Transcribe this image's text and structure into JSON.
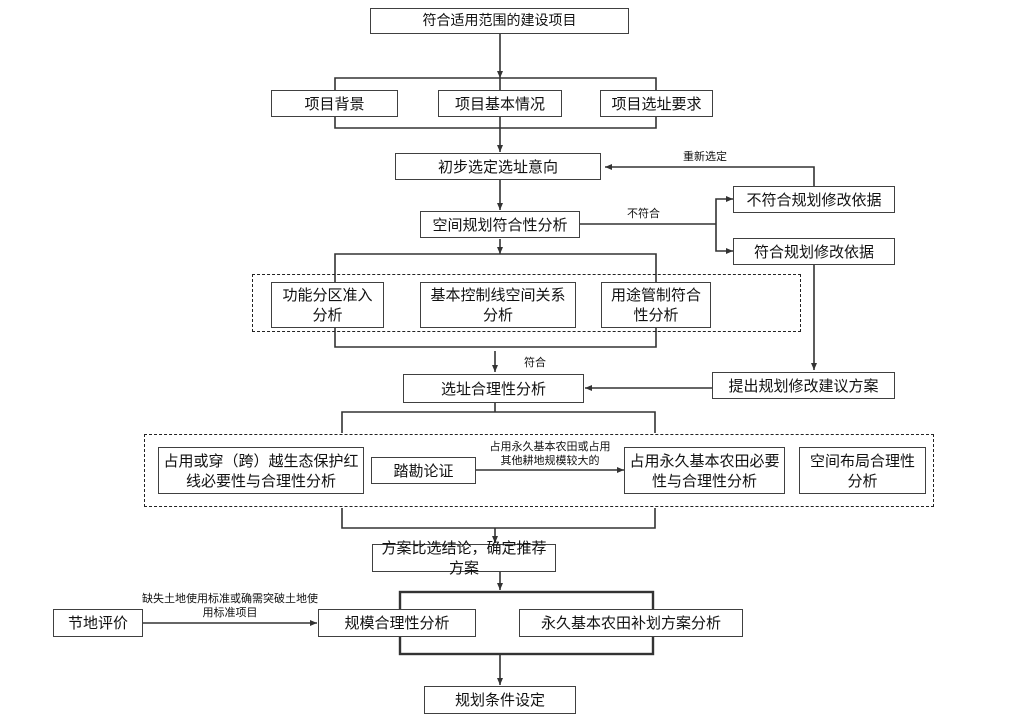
{
  "flowchart": {
    "nodes": {
      "start": "符合适用范围的建设项目",
      "background": "项目背景",
      "basic_info": "项目基本情况",
      "site_requirements": "项目选址要求",
      "preliminary_site": "初步选定选址意向",
      "spatial_conformity": "空间规划符合性分析",
      "not_conform_basis": "不符合规划修改依据",
      "conform_basis": "符合规划修改依据",
      "functional_zoning": "功能分区准入分析",
      "control_lines": "基本控制线空间关系分析",
      "use_control": "用途管制符合性分析",
      "site_rationality": "选址合理性分析",
      "plan_revision": "提出规划修改建议方案",
      "ecological_redline": "占用或穿（跨）越生态保护红线必要性与合理性分析",
      "field_survey": "踏勘论证",
      "farmland_necessity": "占用永久基本农田必要性与合理性分析",
      "spatial_layout": "空间布局合理性分析",
      "scheme_conclusion": "方案比选结论，确定推荐方案",
      "land_saving": "节地评价",
      "scale_rationality": "规模合理性分析",
      "farmland_supplement": "永久基本农田补划方案分析",
      "planning_conditions": "规划条件设定"
    },
    "edge_labels": {
      "reselect": "重新选定",
      "not_conform": "不符合",
      "conform": "符合",
      "farmland_occupation": "占用永久基本农田或占用其他耕地规模较大的",
      "land_standard": "缺失土地使用标准或确需突破土地使用标准项目"
    }
  }
}
